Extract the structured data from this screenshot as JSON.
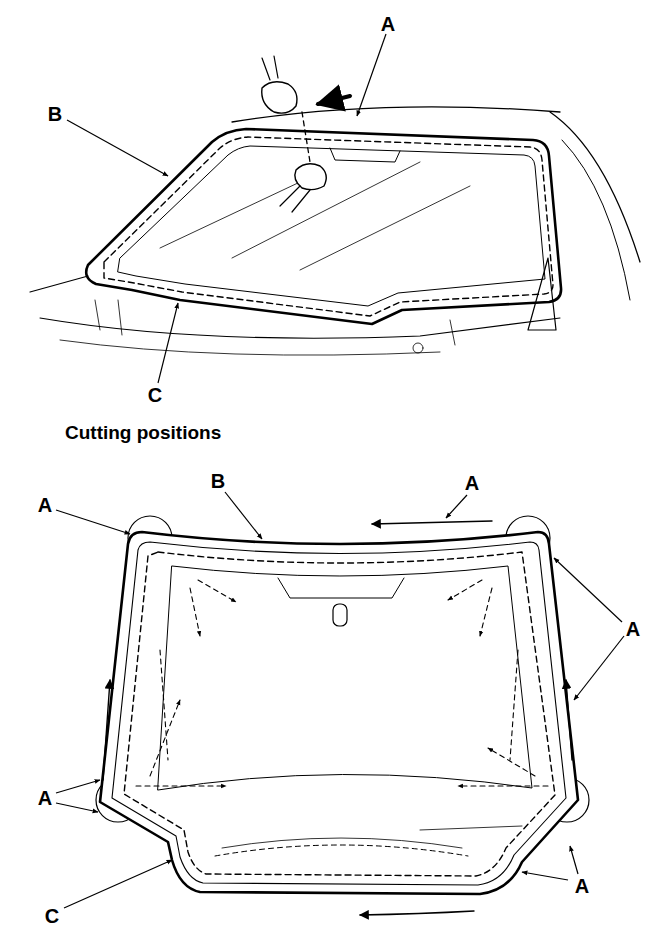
{
  "diagram": {
    "labels": [
      "A",
      "B",
      "C",
      "Cutting positions",
      "A",
      "B",
      "A",
      "A",
      "A",
      "C",
      "A"
    ]
  }
}
